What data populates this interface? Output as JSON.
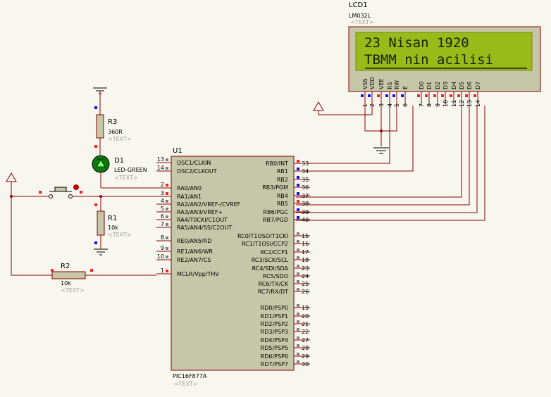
{
  "lcd": {
    "ref": "LCD1",
    "model": "LM032L",
    "text_tag": "<TEXT>",
    "line1": "23 Nisan 1920",
    "line2": "TBMM nin acilisi",
    "pin_names": [
      "VSS",
      "VDD",
      "VEE",
      "RS",
      "RW",
      "E",
      "D0",
      "D1",
      "D2",
      "D3",
      "D4",
      "D5",
      "D6",
      "D7"
    ],
    "pin_numbers": [
      "1",
      "2",
      "3",
      "4",
      "5",
      "6",
      "7",
      "8",
      "9",
      "10",
      "11",
      "12",
      "13",
      "14"
    ]
  },
  "mcu": {
    "ref": "U1",
    "model": "PIC16F877A",
    "text_tag": "<TEXT>",
    "left_pins": [
      {
        "num": "13",
        "name": "OSC1/CLKIN"
      },
      {
        "num": "14",
        "name": "OSC2/CLKOUT"
      },
      {
        "num": "2",
        "name": "RA0/AN0"
      },
      {
        "num": "3",
        "name": "RA1/AN1"
      },
      {
        "num": "4",
        "name": "RA2/AN2/VREF-/CVREF"
      },
      {
        "num": "5",
        "name": "RA3/AN3/VREF+"
      },
      {
        "num": "6",
        "name": "RA4/T0CKI/C1OUT"
      },
      {
        "num": "7",
        "name": "RA5/AN4/SS/C2OUT"
      },
      {
        "num": "8",
        "name": "RE0/AN5/RD"
      },
      {
        "num": "9",
        "name": "RE1/AN6/WR"
      },
      {
        "num": "10",
        "name": "RE2/AN7/CS"
      },
      {
        "num": "1",
        "name": "MCLR/Vpp/THV"
      }
    ],
    "right_pins": [
      {
        "num": "33",
        "name": "RB0/INT"
      },
      {
        "num": "34",
        "name": "RB1"
      },
      {
        "num": "35",
        "name": "RB2"
      },
      {
        "num": "36",
        "name": "RB3/PGM"
      },
      {
        "num": "37",
        "name": "RB4"
      },
      {
        "num": "38",
        "name": "RB5"
      },
      {
        "num": "39",
        "name": "RB6/PGC"
      },
      {
        "num": "40",
        "name": "RB7/PGD"
      },
      {
        "num": "15",
        "name": "RC0/T1OSO/T1CKI"
      },
      {
        "num": "16",
        "name": "RC1/T1OSI/CCP2"
      },
      {
        "num": "17",
        "name": "RC2/CCP1"
      },
      {
        "num": "18",
        "name": "RC3/SCK/SCL"
      },
      {
        "num": "23",
        "name": "RC4/SDI/SDA"
      },
      {
        "num": "24",
        "name": "RC5/SDO"
      },
      {
        "num": "25",
        "name": "RC6/TX/CK"
      },
      {
        "num": "26",
        "name": "RC7/RX/DT"
      },
      {
        "num": "19",
        "name": "RD0/PSP0"
      },
      {
        "num": "20",
        "name": "RD1/PSP1"
      },
      {
        "num": "21",
        "name": "RD2/PSP2"
      },
      {
        "num": "22",
        "name": "RD3/PSP3"
      },
      {
        "num": "27",
        "name": "RD4/PSP4"
      },
      {
        "num": "28",
        "name": "RD5/PSP5"
      },
      {
        "num": "29",
        "name": "RD6/PSP6"
      },
      {
        "num": "30",
        "name": "RD7/PSP7"
      }
    ]
  },
  "r3": {
    "ref": "R3",
    "value": "360R",
    "text_tag": "<TEXT>"
  },
  "d1": {
    "ref": "D1",
    "value": "LED-GREEN",
    "text_tag": "<TEXT>"
  },
  "r1": {
    "ref": "R1",
    "value": "10k",
    "text_tag": "<TEXT>"
  },
  "r2": {
    "ref": "R2",
    "value": "10k",
    "text_tag": "<TEXT>"
  },
  "colors": {
    "background": "#f7f7ef",
    "wire": "#8b0000",
    "component_fill": "#c4c8a8",
    "lcd_screen": "#9aba1a",
    "pin_blue": "#1010ff",
    "pin_red": "#ff2020",
    "led_green": "#0c7a0c"
  }
}
